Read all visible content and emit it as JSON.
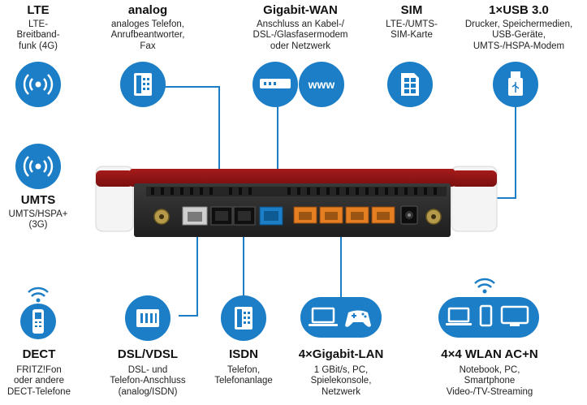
{
  "accent_color": "#1b7ec6",
  "features": {
    "lte": {
      "title": "LTE",
      "desc": "LTE-\nBreitband-\nfunk (4G)",
      "icon": "lte-antenna-icon"
    },
    "analog": {
      "title": "analog",
      "desc": "analoges Telefon,\nAnrufbeantworter,\nFax",
      "icon": "landline-phone-icon"
    },
    "wan": {
      "title": "Gigabit-WAN",
      "desc": "Anschluss an Kabel-/\nDSL-/Glasfasermodem\noder Netzwerk",
      "icon": "modem-icon",
      "www": "www"
    },
    "sim": {
      "title": "SIM",
      "desc": "LTE-/UMTS-\nSIM-Karte",
      "icon": "sim-card-icon"
    },
    "usb": {
      "title": "1×USB 3.0",
      "desc": "Drucker, Speichermedien,\nUSB-Geräte,\nUMTS-/HSPA-Modem",
      "icon": "usb-stick-icon"
    },
    "umts": {
      "title": "UMTS",
      "desc": "UMTS/HSPA+\n(3G)",
      "icon": "umts-antenna-icon"
    },
    "dect": {
      "title": "DECT",
      "desc": "FRITZ!Fon\noder andere\nDECT-Telefone",
      "icon": "dect-phone-icon"
    },
    "dsl": {
      "title": "DSL/VDSL",
      "desc": "DSL- und\nTelefon-Anschluss\n(analog/ISDN)",
      "icon": "dsl-port-icon"
    },
    "isdn": {
      "title": "ISDN",
      "desc": "Telefon,\nTelefonanlage",
      "icon": "isdn-phone-icon"
    },
    "lan": {
      "title": "4×Gigabit-LAN",
      "desc": "1 GBit/s, PC,\nSpielekonsole,\nNetzwerk",
      "icon": "laptop-gamepad-icon"
    },
    "wlan": {
      "title": "4×4 WLAN AC+N",
      "desc": "Notebook, PC,\nSmartphone\nVideo-/TV-Streaming",
      "icon": "devices-icon"
    }
  }
}
